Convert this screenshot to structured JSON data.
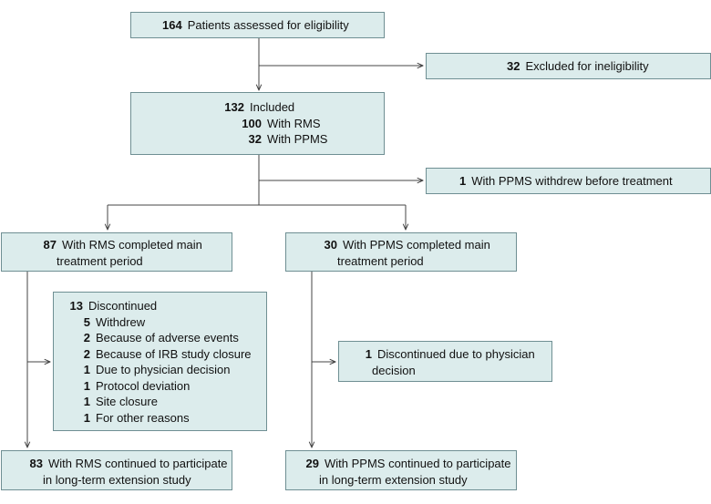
{
  "flow": {
    "assessed": {
      "n": "164",
      "text": "Patients assessed for eligibility"
    },
    "excluded": {
      "n": "32",
      "text": "Excluded for ineligibility"
    },
    "included": {
      "n": "132",
      "text": "Included",
      "rms": {
        "n": "100",
        "text": "With RMS"
      },
      "ppms": {
        "n": "32",
        "text": "With PPMS"
      }
    },
    "withdrew_before": {
      "n": "1",
      "text": "With PPMS withdrew before treatment"
    },
    "rms_completed": {
      "n": "87",
      "line1": "With RMS completed main",
      "line2": "treatment period"
    },
    "ppms_completed": {
      "n": "30",
      "line1": "With PPMS completed main",
      "line2": "treatment period"
    },
    "rms_discontinued": {
      "n": "13",
      "text": "Discontinued",
      "reasons": [
        {
          "n": "5",
          "text": "Withdrew"
        },
        {
          "n": "2",
          "text": "Because of adverse events"
        },
        {
          "n": "2",
          "text": "Because of IRB study closure"
        },
        {
          "n": "1",
          "text": "Due to physician decision"
        },
        {
          "n": "1",
          "text": "Protocol deviation"
        },
        {
          "n": "1",
          "text": "Site closure"
        },
        {
          "n": "1",
          "text": "For other reasons"
        }
      ]
    },
    "ppms_discontinued": {
      "n": "1",
      "line1": "Discontinued due to physician",
      "line2": "decision"
    },
    "rms_extension": {
      "n": "83",
      "line1": "With RMS continued to participate",
      "line2": "in long-term extension study"
    },
    "ppms_extension": {
      "n": "29",
      "line1": "With PPMS continued to participate",
      "line2": "in long-term extension study"
    }
  },
  "colors": {
    "box_fill": "#dcecec",
    "box_border": "#6f8f93",
    "line": "#444444"
  }
}
